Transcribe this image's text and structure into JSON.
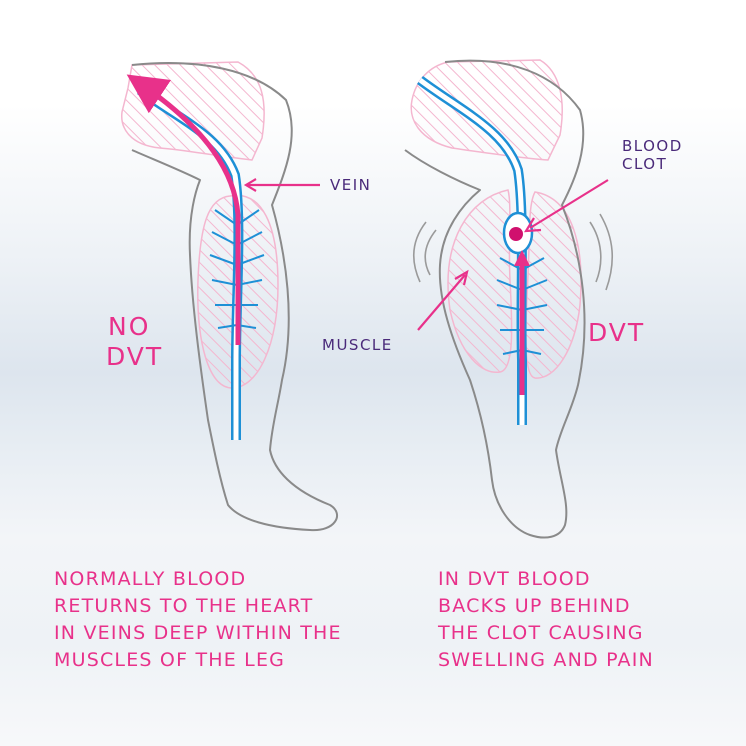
{
  "labels": {
    "vein": "VEIN",
    "muscle": "MUSCLE",
    "blood_clot_line1": "BLOOD",
    "blood_clot_line2": "CLOT",
    "no_dvt_line1": "NO",
    "no_dvt_line2": "DVT",
    "dvt": "DVT"
  },
  "captions": {
    "left": [
      "NORMALLY BLOOD",
      "RETURNS TO THE HEART",
      "IN VEINS DEEP WITHIN THE",
      "MUSCLES  OF THE LEG"
    ],
    "right": [
      "IN DVT BLOOD",
      "BACKS UP BEHIND",
      "THE CLOT CAUSING",
      "SWELLING AND PAIN"
    ]
  },
  "colors": {
    "vein": "#1e90d6",
    "flow": "#e8318a",
    "muscle_hatch": "#f4b6cf",
    "outline": "#8a8a8a",
    "label_purple": "#4a2a7a"
  }
}
